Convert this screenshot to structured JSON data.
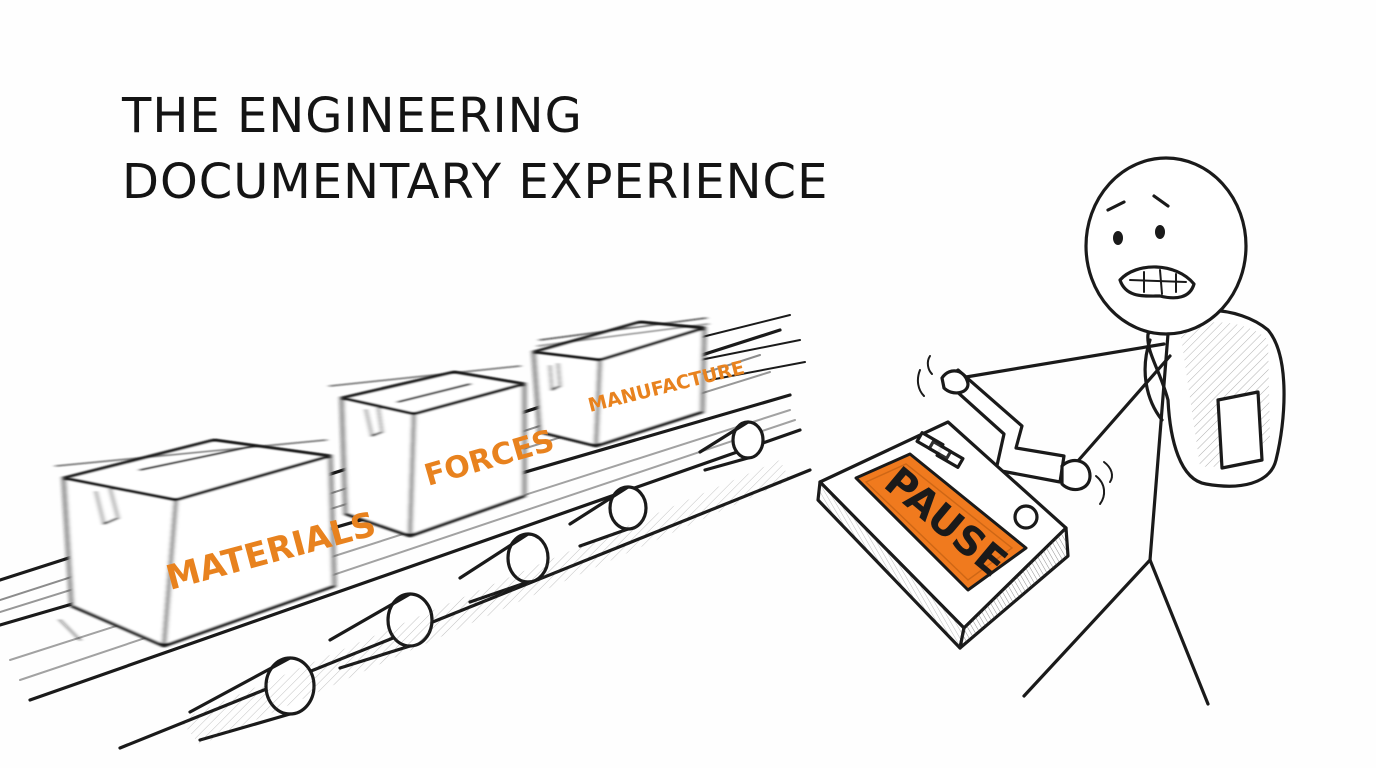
{
  "title": {
    "line1": "THE ENGINEERING",
    "line2": "DOCUMENTARY EXPERIENCE"
  },
  "boxes": [
    {
      "label": "MATERIALS"
    },
    {
      "label": "FORCES"
    },
    {
      "label": "MANUFACTURE"
    }
  ],
  "button": {
    "label": "PAUSE"
  },
  "colors": {
    "accent": "#e8821e",
    "button_fill": "#f07a1e",
    "ink": "#1a1a1a",
    "background": "#fefefe"
  }
}
